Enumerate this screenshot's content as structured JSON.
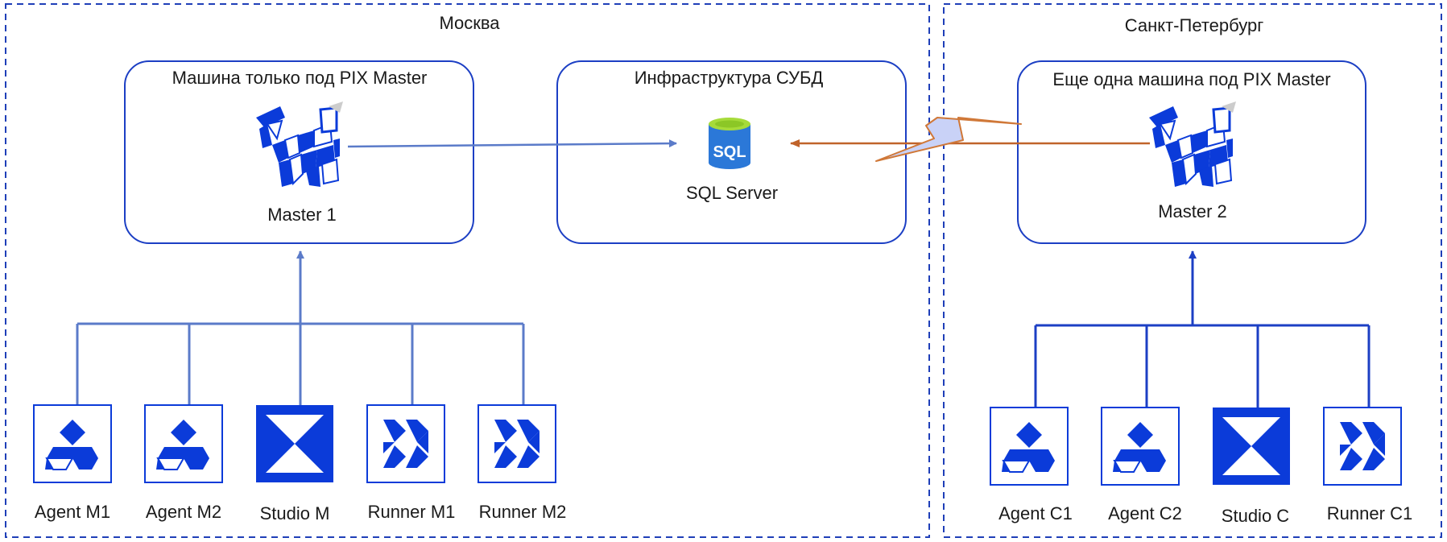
{
  "colors": {
    "brand_blue": "#0b3bd9",
    "border_blue": "#1c3fc4",
    "dashed_blue": "#1f3fb8",
    "link_blue": "#5b7bc9",
    "orange_link": "#c0632a",
    "lightning_fill": "#c9d2f7",
    "lightning_stroke": "#d07838",
    "sql_blue": "#2b78d8",
    "sql_green": "#a6db3a"
  },
  "regions": {
    "moscow": {
      "label": "Москва"
    },
    "spb": {
      "label": "Санкт-Петербург"
    }
  },
  "boxes": {
    "master1": {
      "label": "Машина только под PIX Master",
      "node_label": "Master 1",
      "icon": "master-robot-icon"
    },
    "db_infra": {
      "label": "Инфраструктура СУБД",
      "node_label": "SQL Server",
      "icon": "sql-database-icon",
      "icon_text": "SQL"
    },
    "master2": {
      "label": "Еще одна машина под PIX Master",
      "node_label": "Master 2",
      "icon": "master-robot-icon"
    }
  },
  "clients_moscow": [
    {
      "label": "Agent M1",
      "icon": "agent-icon"
    },
    {
      "label": "Agent M2",
      "icon": "agent-icon"
    },
    {
      "label": "Studio M",
      "icon": "studio-icon"
    },
    {
      "label": "Runner M1",
      "icon": "runner-icon"
    },
    {
      "label": "Runner M2",
      "icon": "runner-icon"
    }
  ],
  "clients_spb": [
    {
      "label": "Agent C1",
      "icon": "agent-icon"
    },
    {
      "label": "Agent C2",
      "icon": "agent-icon"
    },
    {
      "label": "Studio C",
      "icon": "studio-icon"
    },
    {
      "label": "Runner C1",
      "icon": "runner-icon"
    }
  ]
}
